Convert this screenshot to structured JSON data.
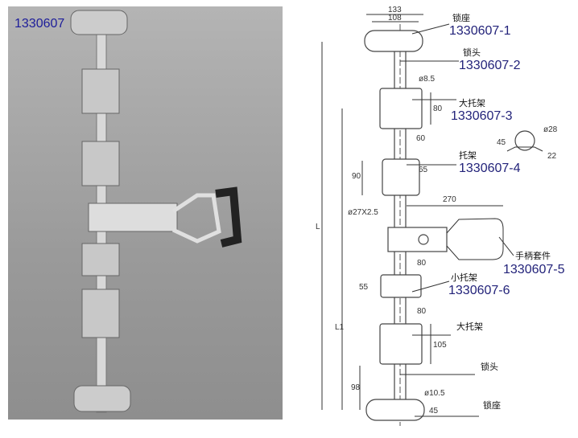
{
  "photo": {
    "code": "1330607"
  },
  "dims": {
    "d133": "133",
    "d108": "108",
    "d8_5": "ø8.5",
    "d80a": "80",
    "d60": "60",
    "d28": "ø28",
    "d45a": "45",
    "d22": "22",
    "d90": "90",
    "d65": "65",
    "d270": "270",
    "d27": "ø27X2.5",
    "d80b": "80",
    "d55": "55",
    "d80c": "80",
    "d105": "105",
    "d98": "98",
    "d10_5": "ø10.5",
    "d45b": "45",
    "L": "L",
    "L1": "L1"
  },
  "parts": [
    {
      "name": "锁座",
      "code": "1330607-1"
    },
    {
      "name": "锁头",
      "code": "1330607-2"
    },
    {
      "name": "大托架",
      "code": "1330607-3"
    },
    {
      "name": "托架",
      "code": "1330607-4"
    },
    {
      "name": "手柄套件",
      "code": "1330607-5"
    },
    {
      "name": "小托架",
      "code": "1330607-6"
    },
    {
      "name": "大托架"
    },
    {
      "name": "锁头"
    },
    {
      "name": "锁座"
    }
  ]
}
